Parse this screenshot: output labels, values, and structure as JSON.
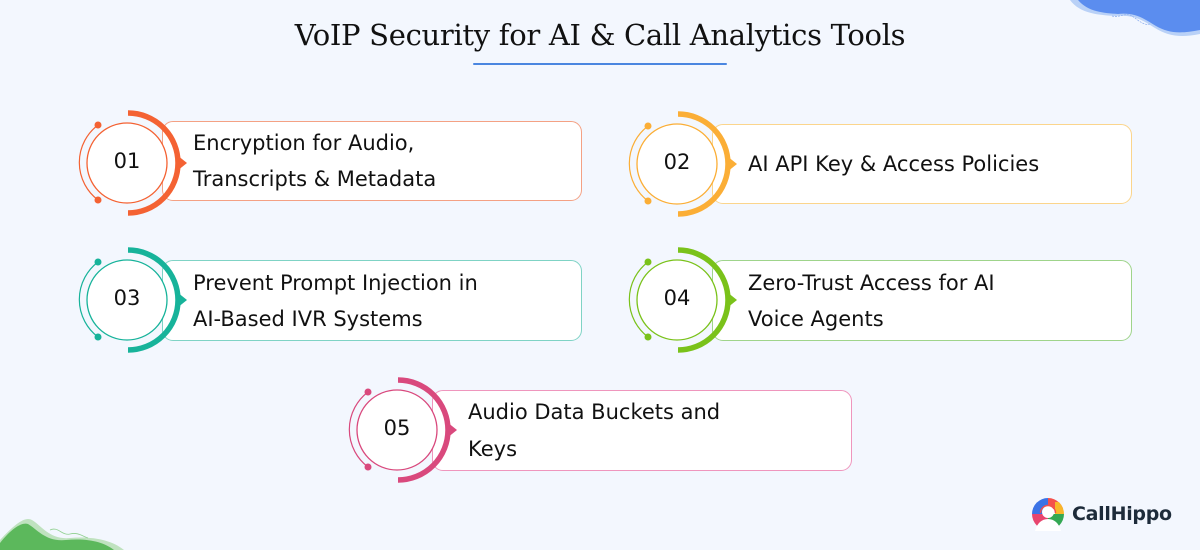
{
  "title": "VoIP Security for AI & Call Analytics Tools",
  "colors": {
    "background": "#f3f7fe",
    "title_underline": "#4a86e0",
    "deco_top": "#5b8def",
    "deco_bottom": "#5cb85c"
  },
  "items": [
    {
      "number": "01",
      "line1": "Encryption for Audio,",
      "line2": "Transcripts & Metadata",
      "color": "#f46233",
      "border": "#f4a184"
    },
    {
      "number": "02",
      "line1": "AI API Key & Access Policies",
      "line2": "",
      "color": "#fbae36",
      "border": "#fbd58c"
    },
    {
      "number": "03",
      "line1": "Prevent Prompt Injection in",
      "line2": "AI-Based IVR Systems",
      "color": "#17b39a",
      "border": "#7fd3c5"
    },
    {
      "number": "04",
      "line1": "Zero-Trust Access for AI",
      "line2": "Voice Agents",
      "color": "#7ac21a",
      "border": "#9fd48b"
    },
    {
      "number": "05",
      "line1": "Audio Data Buckets and",
      "line2": "Keys",
      "color": "#d9497d",
      "border": "#ef96bd"
    }
  ],
  "logo": {
    "text": "CallHippo",
    "icon": "callhippo-logo-icon"
  }
}
